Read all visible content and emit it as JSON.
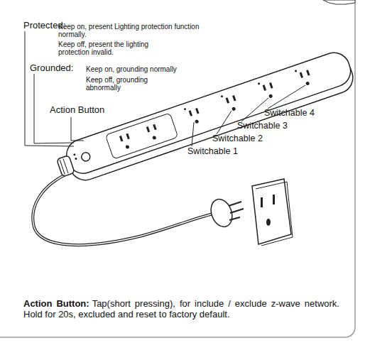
{
  "diagram": {
    "labels": [
      "Protected:",
      "Keep on, present Lighting protection function normally.",
      "Keep off, present the lighting protection invalid.",
      "Grounded:",
      "Keep on, grounding normally",
      "Keep off, grounding abnormally",
      "Action Button",
      "Switchable 4",
      "Switchable 3",
      "Switchable 2",
      "Switchable 1",
      "Action Button:",
      "Tap(short pressing), for include / exclude z-wave network. Hold for 20s, excluded and reset to factory default."
    ]
  }
}
